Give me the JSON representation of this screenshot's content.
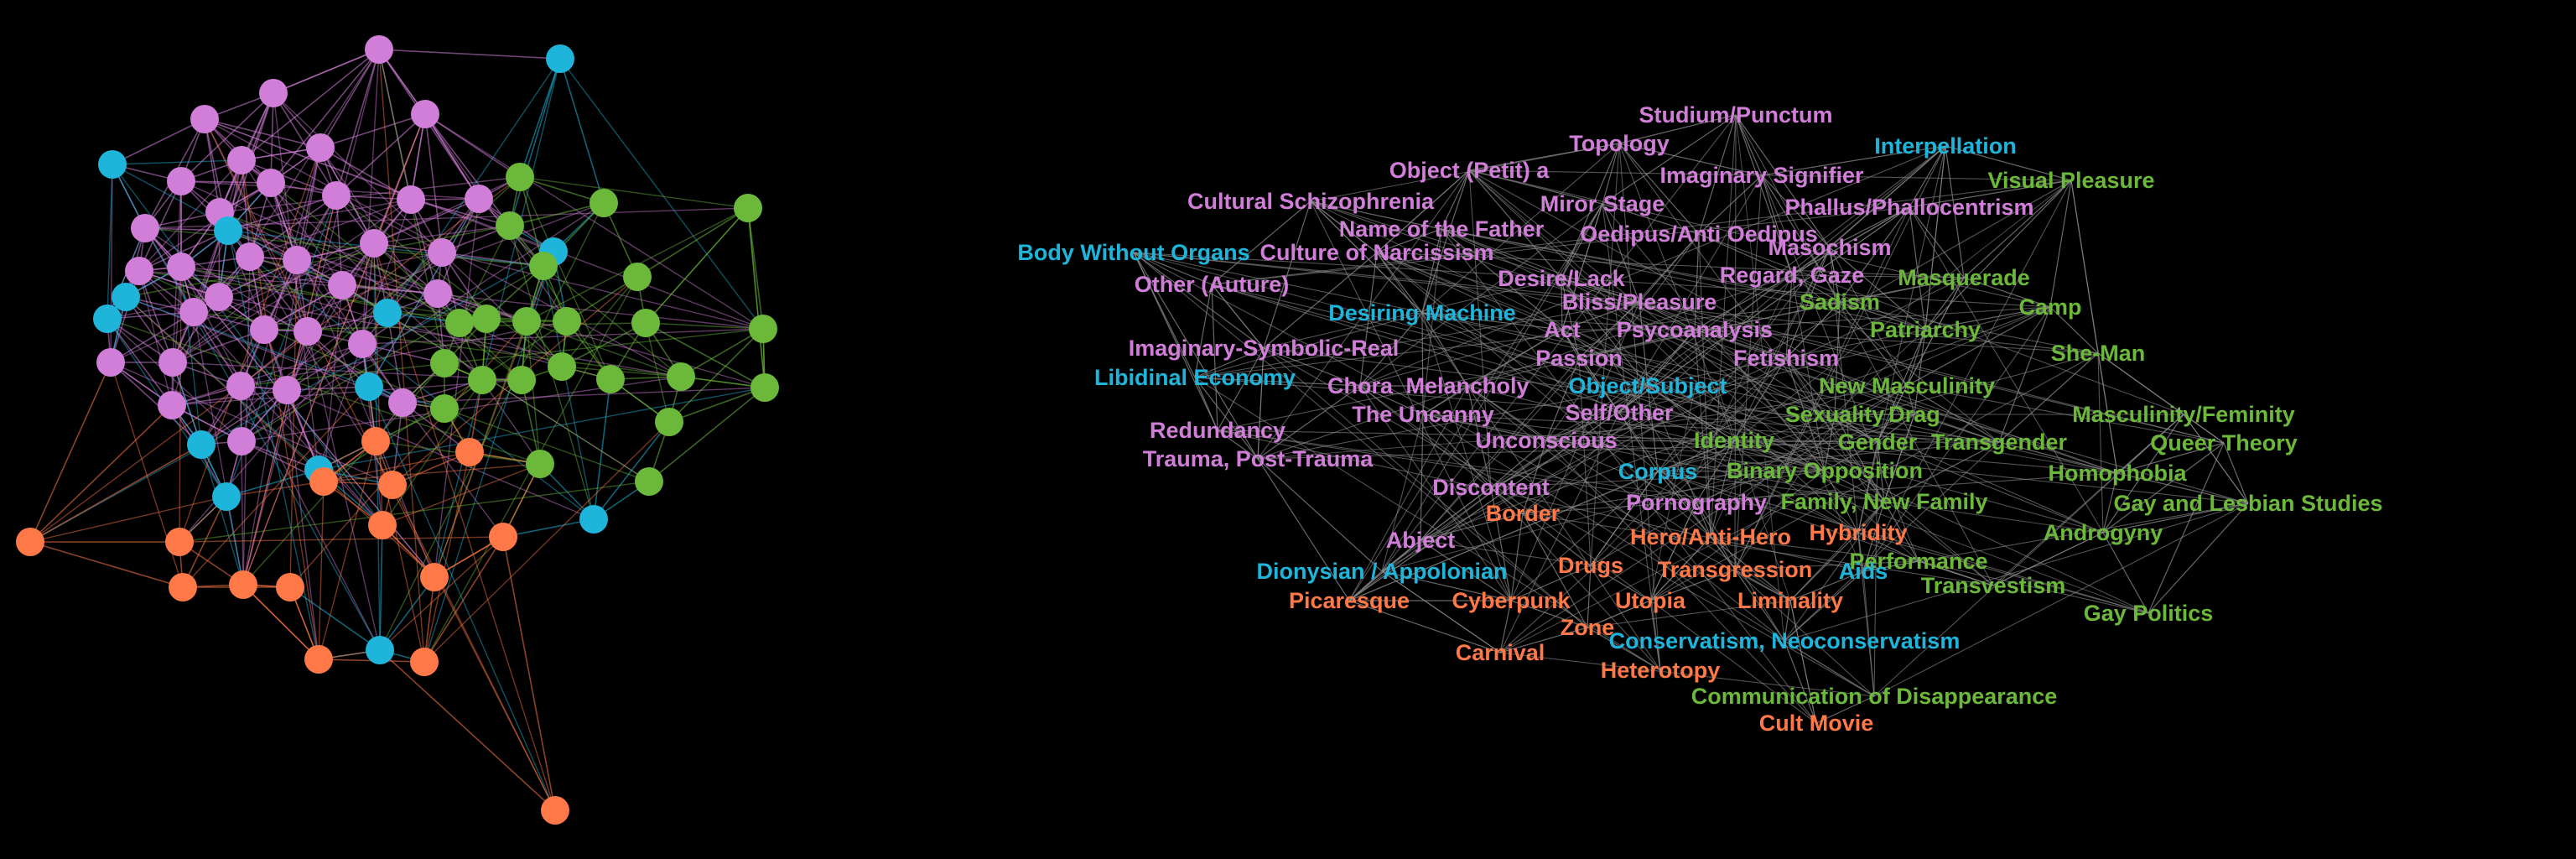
{
  "colors": {
    "background": "#000000",
    "purple": "#D17ED8",
    "cyan": "#1FB5DB",
    "green": "#6BB83A",
    "orange": "#FF7847",
    "edge": "#8a8a8a"
  },
  "node_graph": {
    "node_count": 84,
    "groups": {
      "purple": 33,
      "cyan": 13,
      "green": 23,
      "orange": 15
    }
  },
  "concept_graph": {
    "labels": [
      {
        "text": "Studium/Punctum",
        "group": "purple"
      },
      {
        "text": "Topology",
        "group": "purple"
      },
      {
        "text": "Interpellation",
        "group": "cyan"
      },
      {
        "text": "Object (Petit) a",
        "group": "purple"
      },
      {
        "text": "Imaginary Signifier",
        "group": "purple"
      },
      {
        "text": "Visual Pleasure",
        "group": "green"
      },
      {
        "text": "Cultural Schizophrenia",
        "group": "purple"
      },
      {
        "text": "Miror Stage",
        "group": "purple"
      },
      {
        "text": "Phallus/Phallocentrism",
        "group": "purple"
      },
      {
        "text": "Name of the Father",
        "group": "purple"
      },
      {
        "text": "Oedipus/Anti Oedipus",
        "group": "purple"
      },
      {
        "text": "Body Without Organs",
        "group": "cyan"
      },
      {
        "text": "Culture of Narcissism",
        "group": "purple"
      },
      {
        "text": "Masochism",
        "group": "purple"
      },
      {
        "text": "Desire/Lack",
        "group": "purple"
      },
      {
        "text": "Regard, Gaze",
        "group": "purple"
      },
      {
        "text": "Masquerade",
        "group": "green"
      },
      {
        "text": "Other (Auture)",
        "group": "purple"
      },
      {
        "text": "Bliss/Pleasure",
        "group": "purple"
      },
      {
        "text": "Sadism",
        "group": "green"
      },
      {
        "text": "Camp",
        "group": "green"
      },
      {
        "text": "Desiring Machine",
        "group": "cyan"
      },
      {
        "text": "Act",
        "group": "purple"
      },
      {
        "text": "Psycoanalysis",
        "group": "purple"
      },
      {
        "text": "Patriarchy",
        "group": "green"
      },
      {
        "text": "Imaginary-Symbolic-Real",
        "group": "purple"
      },
      {
        "text": "Passion",
        "group": "purple"
      },
      {
        "text": "Fetishism",
        "group": "purple"
      },
      {
        "text": "She-Man",
        "group": "green"
      },
      {
        "text": "Libidinal Economy",
        "group": "cyan"
      },
      {
        "text": "Chora",
        "group": "purple"
      },
      {
        "text": "Melancholy",
        "group": "purple"
      },
      {
        "text": "Object/Subject",
        "group": "cyan"
      },
      {
        "text": "New Masculinity",
        "group": "green"
      },
      {
        "text": "The Uncanny",
        "group": "purple"
      },
      {
        "text": "Self/Other",
        "group": "purple"
      },
      {
        "text": "Sexuality",
        "group": "green"
      },
      {
        "text": "Drag",
        "group": "green"
      },
      {
        "text": "Masculinity/Feminity",
        "group": "green"
      },
      {
        "text": "Redundancy",
        "group": "purple"
      },
      {
        "text": "Unconscious",
        "group": "purple"
      },
      {
        "text": "Identity",
        "group": "green"
      },
      {
        "text": "Gender",
        "group": "green"
      },
      {
        "text": "Transgender",
        "group": "green"
      },
      {
        "text": "Queer Theory",
        "group": "green"
      },
      {
        "text": "Trauma, Post-Trauma",
        "group": "purple"
      },
      {
        "text": "Corpus",
        "group": "cyan"
      },
      {
        "text": "Binary Opposition",
        "group": "green"
      },
      {
        "text": "Homophobia",
        "group": "green"
      },
      {
        "text": "Discontent",
        "group": "purple"
      },
      {
        "text": "Pornography",
        "group": "purple"
      },
      {
        "text": "Family, New Family",
        "group": "green"
      },
      {
        "text": "Gay and Lesbian Studies",
        "group": "green"
      },
      {
        "text": "Border",
        "group": "orange"
      },
      {
        "text": "Hybridity",
        "group": "orange"
      },
      {
        "text": "Androgyny",
        "group": "green"
      },
      {
        "text": "Abject",
        "group": "purple"
      },
      {
        "text": "Hero/Anti-Hero",
        "group": "orange"
      },
      {
        "text": "Drugs",
        "group": "orange"
      },
      {
        "text": "Performance",
        "group": "green"
      },
      {
        "text": "Dionysian / Appolonian",
        "group": "cyan"
      },
      {
        "text": "Transgression",
        "group": "orange"
      },
      {
        "text": "Aids",
        "group": "cyan"
      },
      {
        "text": "Transvestism",
        "group": "green"
      },
      {
        "text": "Picaresque",
        "group": "orange"
      },
      {
        "text": "Cyberpunk",
        "group": "orange"
      },
      {
        "text": "Utopia",
        "group": "orange"
      },
      {
        "text": "Liminality",
        "group": "orange"
      },
      {
        "text": "Gay Politics",
        "group": "green"
      },
      {
        "text": "Zone",
        "group": "orange"
      },
      {
        "text": "Conservatism, Neoconservatism",
        "group": "cyan"
      },
      {
        "text": "Carnival",
        "group": "orange"
      },
      {
        "text": "Heterotopy",
        "group": "orange"
      },
      {
        "text": "Communication of Disappearance",
        "group": "green"
      },
      {
        "text": "Cult Movie",
        "group": "orange"
      }
    ]
  }
}
